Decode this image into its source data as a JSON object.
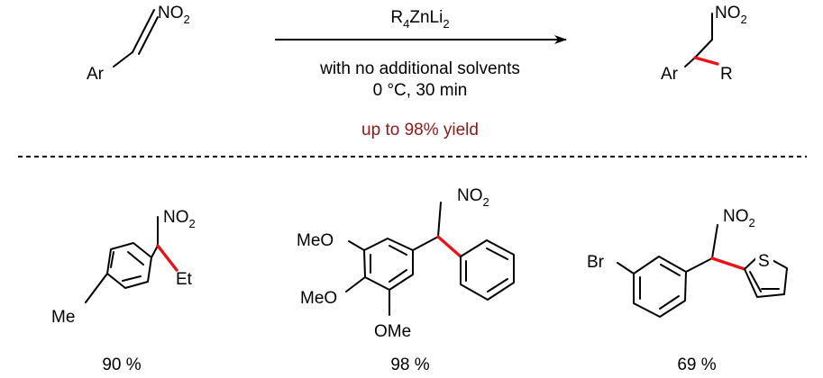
{
  "colors": {
    "new_bond": "#e8141b",
    "yield_text": "#8b1a1a",
    "ink": "#000000"
  },
  "reaction": {
    "reactant": {
      "ar": "Ar",
      "nitro": {
        "main": "NO",
        "sub": "2"
      }
    },
    "reagent": {
      "main": "R",
      "sub1": "4",
      "mid": "ZnLi",
      "sub2": "2"
    },
    "condition_solvent": "with no additional solvents",
    "condition_temp_time": "0 °C, 30 min",
    "yield_note": "up to 98% yield",
    "product": {
      "ar": "Ar",
      "r": "R",
      "nitro": {
        "main": "NO",
        "sub": "2"
      }
    }
  },
  "examples": [
    {
      "nitro": {
        "main": "NO",
        "sub": "2"
      },
      "substituent": "Me",
      "side_group": "Et",
      "yield": "90 %"
    },
    {
      "nitro": {
        "main": "NO",
        "sub": "2"
      },
      "methoxy_top": "MeO",
      "methoxy_mid": "MeO",
      "methoxy_bottom": "OMe",
      "yield": "98 %"
    },
    {
      "nitro": {
        "main": "NO",
        "sub": "2"
      },
      "substituent": "Br",
      "heteroatom": "S",
      "yield": "69 %"
    }
  ]
}
